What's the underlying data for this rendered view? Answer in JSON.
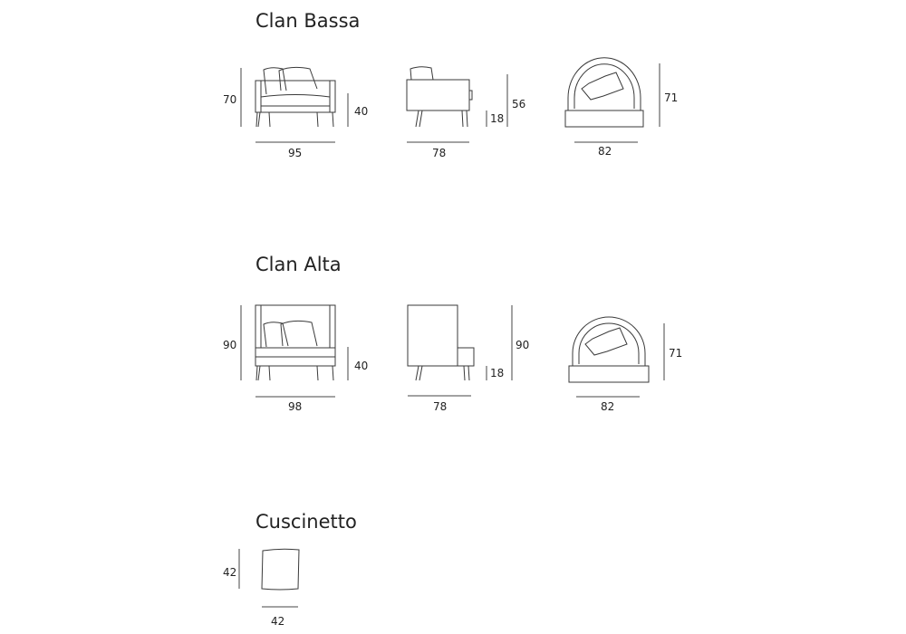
{
  "sections": [
    {
      "title": "Clan Bassa",
      "front": {
        "height": "70",
        "seat_height": "40",
        "width": "95"
      },
      "side": {
        "leg_height": "18",
        "arm_height": "56",
        "depth": "78"
      },
      "top": {
        "height": "71",
        "width": "82"
      }
    },
    {
      "title": "Clan Alta",
      "front": {
        "height": "90",
        "seat_height": "40",
        "width": "98"
      },
      "side": {
        "leg_height": "18",
        "height": "90",
        "depth": "78"
      },
      "top": {
        "height": "71",
        "width": "82"
      }
    },
    {
      "title": "Cuscinetto",
      "front": {
        "height": "42",
        "width": "42"
      }
    }
  ]
}
